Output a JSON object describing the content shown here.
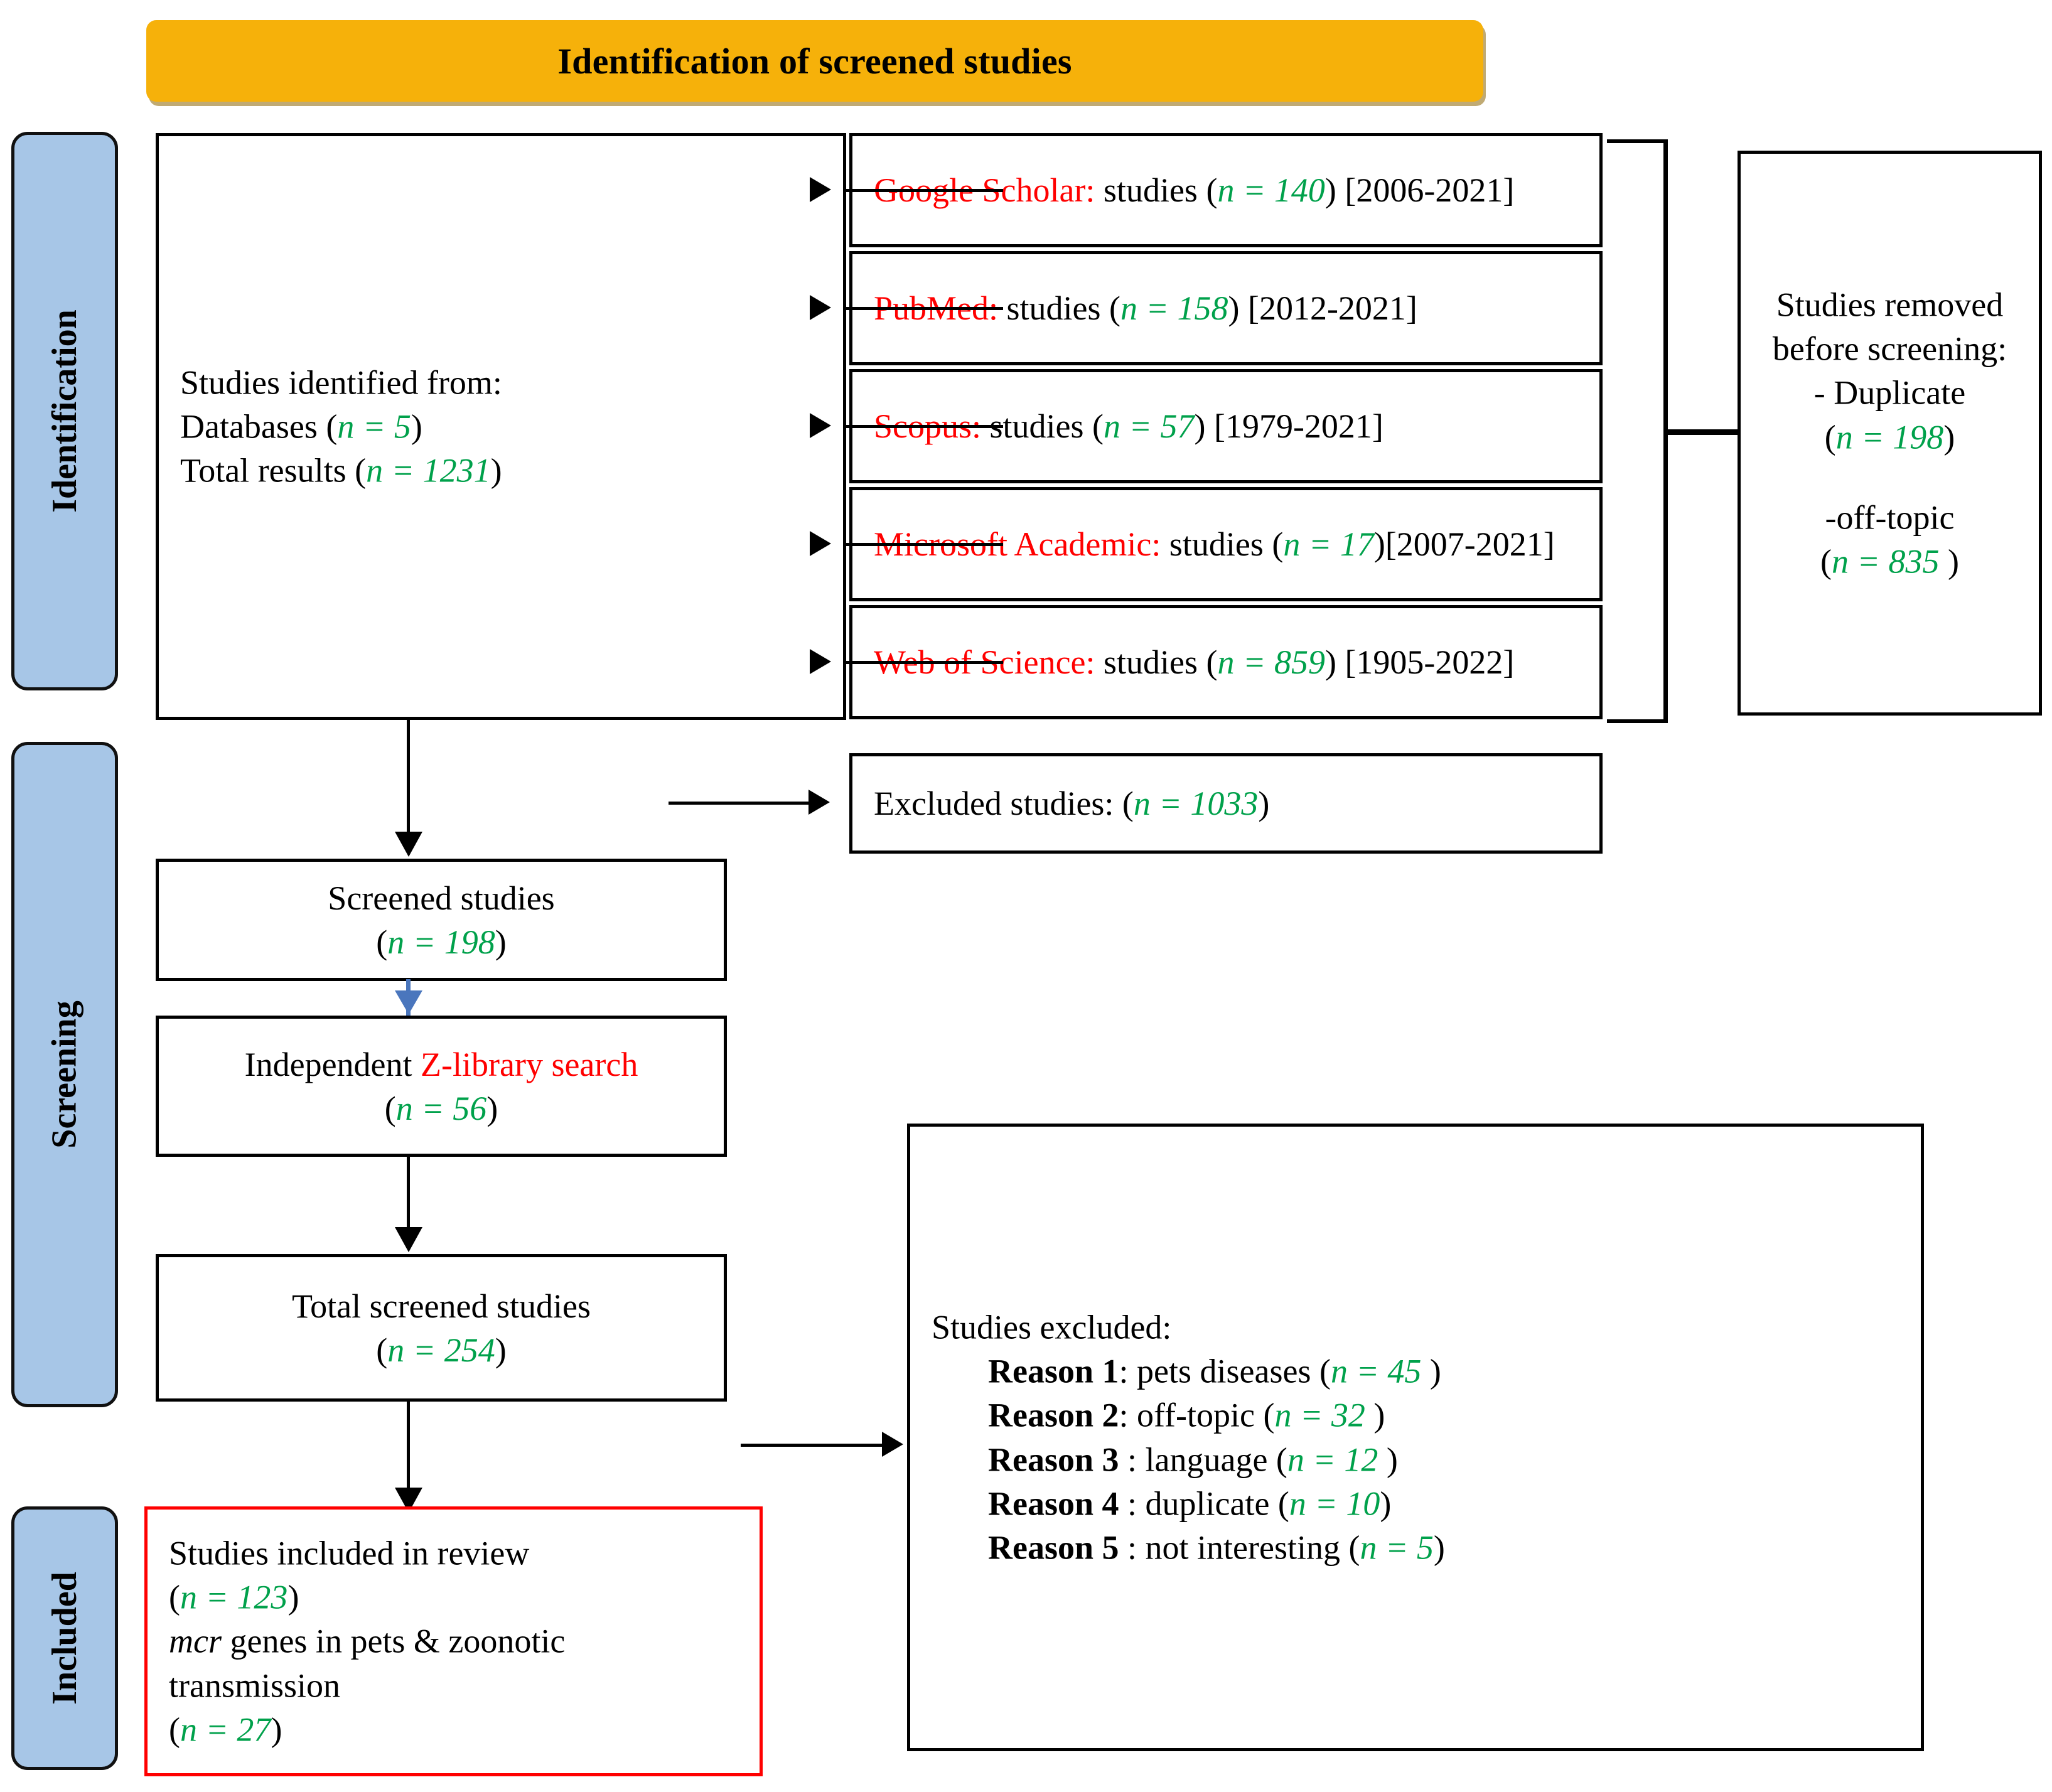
{
  "header": {
    "title": "Identification of screened studies"
  },
  "stages": [
    {
      "label": "Identification"
    },
    {
      "label": "Screening"
    },
    {
      "label": "Included"
    }
  ],
  "identification": {
    "source_box": {
      "line1": "Studies identified from:",
      "line2_pre": "Databases (",
      "line2_n": "n = 5",
      "line2_post": ")",
      "line3_pre": "Total results (",
      "line3_n": "n = 1231",
      "line3_post": ")"
    },
    "databases": [
      {
        "name": "Google Scholar:",
        "studies": " studies (",
        "n": "n = 140",
        "close": ")",
        "years": " [2006-2021]"
      },
      {
        "name": "PubMed:",
        "studies": " studies (",
        "n": "n = 158",
        "close": ")",
        "years": " [2012-2021]"
      },
      {
        "name": "Scopus:",
        "studies": " studies (",
        "n": "n = 57",
        "close": ")",
        "years": " [1979-2021]"
      },
      {
        "name": "Microsoft Academic:",
        "studies": " studies (",
        "n": "n = 17",
        "close": ")",
        "years": "[2007-2021]"
      },
      {
        "name": "Web of Science:",
        "studies": " studies (",
        "n": "n = 859",
        "close": ")",
        "years": " [1905-2022]"
      }
    ],
    "removed_box": {
      "line1": "Studies removed",
      "line2": "before screening:",
      "line3": "- Duplicate",
      "line4_open": "(",
      "line4_n": "n = 198",
      "line4_close": ")",
      "line5": "-off-topic",
      "line6_open": "(",
      "line6_n": "n = 835 ",
      "line6_close": ")"
    },
    "excluded_box": {
      "label": "Excluded studies: (",
      "n": "n = 1033",
      "close": ")"
    }
  },
  "screening": {
    "screened_box": {
      "line1": "Screened studies",
      "line2_open": "(",
      "line2_n": "n = 198",
      "line2_close": ")"
    },
    "zlibrary_box": {
      "pre": "Independent ",
      "highlight": "Z-library search",
      "line2_open": "(",
      "line2_n": "n = 56",
      "line2_close": ")"
    },
    "total_box": {
      "line1": "Total screened studies",
      "line2_open": "(",
      "line2_n": "n = 254",
      "line2_close": ")"
    },
    "excluded_reasons_box": {
      "title": "Studies excluded:",
      "reasons": [
        {
          "label": "Reason 1",
          "text": ": pets diseases (",
          "n": "n = 45",
          "close": " )"
        },
        {
          "label": "Reason 2",
          "text": ":  off-topic (",
          "n": "n = 32",
          "close": " )"
        },
        {
          "label": "Reason 3",
          "text": " : language  (",
          "n": "n = 12",
          "close": " )"
        },
        {
          "label": "Reason 4",
          "text": " : duplicate (",
          "n": "n = 10",
          "close": ")"
        },
        {
          "label": "Reason 5",
          "text": " : not interesting (",
          "n": "n = 5",
          "close": ")"
        }
      ]
    }
  },
  "included": {
    "review_box": {
      "line1": "Studies included in review",
      "line2_open": "(",
      "line2_n": "n = 123",
      "line2_close": ")",
      "line3_italic": "mcr",
      "line3_rest": " genes in pets & zoonotic",
      "line4": "transmission",
      "line5_open": "(",
      "line5_n": "n = 27",
      "line5_close": ")"
    }
  },
  "colors": {
    "header_bg": "#f6b10a",
    "stage_bg": "#a7c6e7",
    "count_green": "#00a14b",
    "source_red": "#ff0000",
    "included_border": "#ff0000",
    "blue_arrow": "#4a76bd",
    "box_border": "#000000"
  }
}
